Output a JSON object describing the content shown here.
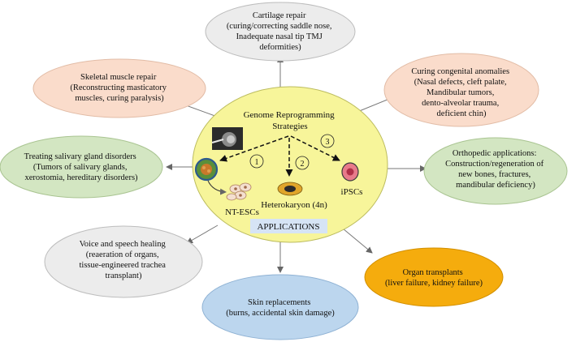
{
  "center": {
    "title_lines": [
      "Genome Reprogramming",
      "Strategies"
    ],
    "strategy_numbers": [
      "1",
      "2",
      "3"
    ],
    "products": {
      "nt_escs": "NT-ESCs",
      "heterokaryon": "Heterokaryon (4n)",
      "ipscs": "iPSCs"
    },
    "applications_label": "APPLICATIONS"
  },
  "applications": {
    "cartilage": {
      "lines": [
        "Cartilage repair",
        "(curing/correcting saddle nose,",
        "Inadequate nasal tip TMJ",
        "deformities)"
      ],
      "color": "#ececec"
    },
    "skeletal": {
      "lines": [
        "Skeletal muscle repair",
        "(Reconstructing masticatory",
        "muscles, curing paralysis)"
      ],
      "color": "#fadccb"
    },
    "congenital": {
      "lines": [
        "Curing congenital anomalies",
        "(Nasal defects, cleft palate,",
        "Mandibular tumors,",
        "dento-alveolar trauma,",
        "deficient chin)"
      ],
      "color": "#fadccb"
    },
    "salivary": {
      "lines": [
        "Treating salivary gland disorders",
        "(Tumors of salivary glands,",
        "xerostomia, hereditary disorders)"
      ],
      "color": "#d3e6c2"
    },
    "orthopedic": {
      "lines": [
        "Orthopedic applications:",
        "Construction/regeneration of",
        "new bones, fractures,",
        "mandibular deficiency)"
      ],
      "color": "#d3e6c2"
    },
    "voice": {
      "lines": [
        "Voice and speech  healing",
        "(reaeration of organs,",
        "tissue-engineered trachea",
        "transplant)"
      ],
      "color": "#ececec"
    },
    "organ": {
      "lines": [
        "Organ transplants",
        "(liver failure, kidney failure)"
      ],
      "color": "#f5ac0d"
    },
    "skin": {
      "lines": [
        "Skin replacements",
        "(burns, accidental skin damage)"
      ],
      "color": "#bcd6ee"
    }
  },
  "colors": {
    "center_fill": "#f7f59a",
    "center_stroke": "#bcbc5e",
    "label_box": "#d6e4f5",
    "arrow": "#666666"
  }
}
